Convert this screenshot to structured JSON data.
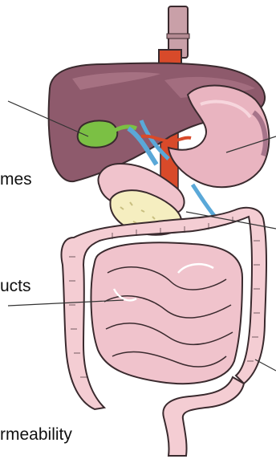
{
  "labels": {
    "enzymes": "mes",
    "products": "ucts",
    "permeability": "rmeability"
  },
  "colors": {
    "liver": "#8e5a6c",
    "liver_highlight": "#b07a8c",
    "stomach": "#e9b4c0",
    "intestine": "#f0c3cc",
    "colon": "#f4cdd3",
    "pancreas": "#f5eec0",
    "gallbladder": "#7bc044",
    "aorta": "#d84a2a",
    "esophagus": "#c9a0a8",
    "vein": "#5aa8d8",
    "outline": "#3a2a2e"
  }
}
